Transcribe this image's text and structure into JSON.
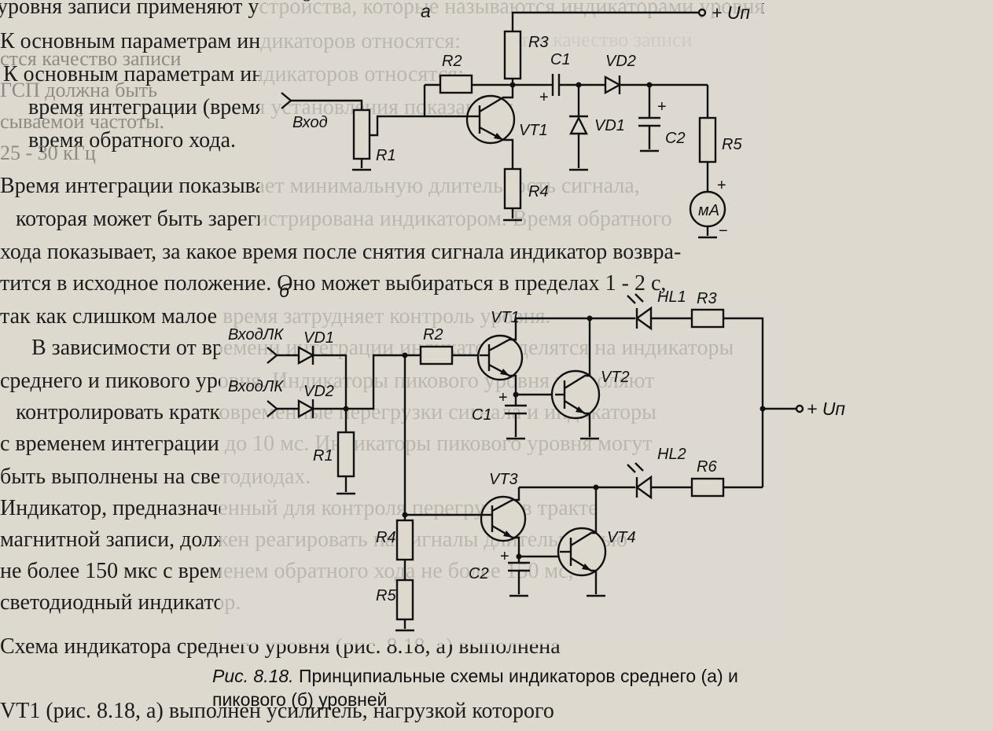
{
  "background_text": [
    "уровня записи применяют устройства, которые называются индикаторами уровня",
    "К основным параметрам индикаторов относятся:",
    "время интеграции (время установления показаний);",
    "время обратного хода.",
    "Время интеграции показывает минимальную длительность сигнала,",
    "которая может быть зарегистрирована индикатором. Время обратного",
    "хода показывает, за какое время после снятия сигнала индикатор возвра-",
    "тится в исходное положение. Оно может выбираться в пределах 1 - 2 с,",
    "так как слишком малое время затрудняет контроль уровня.",
    "В зависимости от времени интеграции индикаторы делятся на индикаторы",
    "среднего и пикового уровня. Индикаторы пикового уровня позволяют",
    "контролировать кратковременные перегрузки сигнала и индикаторы",
    "с временем интеграции до 10 мс. Индикаторы пикового уровня могут",
    "быть выполнены на светодиодах.",
    "Индикатор, предназначенный для контроля перегрузки в тракте",
    "магнитной записи, должен реагировать на сигналы длительностью",
    "не более 150 мкс с временем обратного хода не более 150 мс,",
    "светодиодный индикатор.",
    "Схема индикатора среднего уровня (рис. 8.18, а) выполнена",
    "VT1 (рис. 8.18, а) выполнен усилитель, нагрузкой которого"
  ],
  "side_text": [
    "стся качество записи",
    "ГСП должна быть",
    "сываемой частоты.",
    "25 - 30 кГц"
  ],
  "diagram": {
    "label_a": "а",
    "label_b": "б",
    "supply": "+ Uп",
    "input_a": "Вход",
    "input_lk1": "ВходЛК",
    "input_lk2": "ВходЛК",
    "meter": "мА",
    "comp_a": {
      "r1": "R1",
      "r2": "R2",
      "r3": "R3",
      "r4": "R4",
      "r5": "R5",
      "c1": "C1",
      "c2": "C2",
      "vd1": "VD1",
      "vd2": "VD2",
      "vt1": "VT1"
    },
    "comp_b": {
      "vd1": "VD1",
      "vd2": "VD2",
      "r1": "R1",
      "r2": "R2",
      "r3": "R3",
      "r4": "R4",
      "r5": "R5",
      "r6": "R6",
      "c1": "C1",
      "c2": "C2",
      "vt1": "VT1",
      "vt2": "VT2",
      "vt3": "VT3",
      "vt4": "VT4",
      "hl1": "HL1",
      "hl2": "HL2"
    }
  },
  "caption": {
    "fig": "Рис.  8.18.",
    "text": "Принципиальные схемы индикаторов среднего (а) и пикового (б) уровней"
  }
}
